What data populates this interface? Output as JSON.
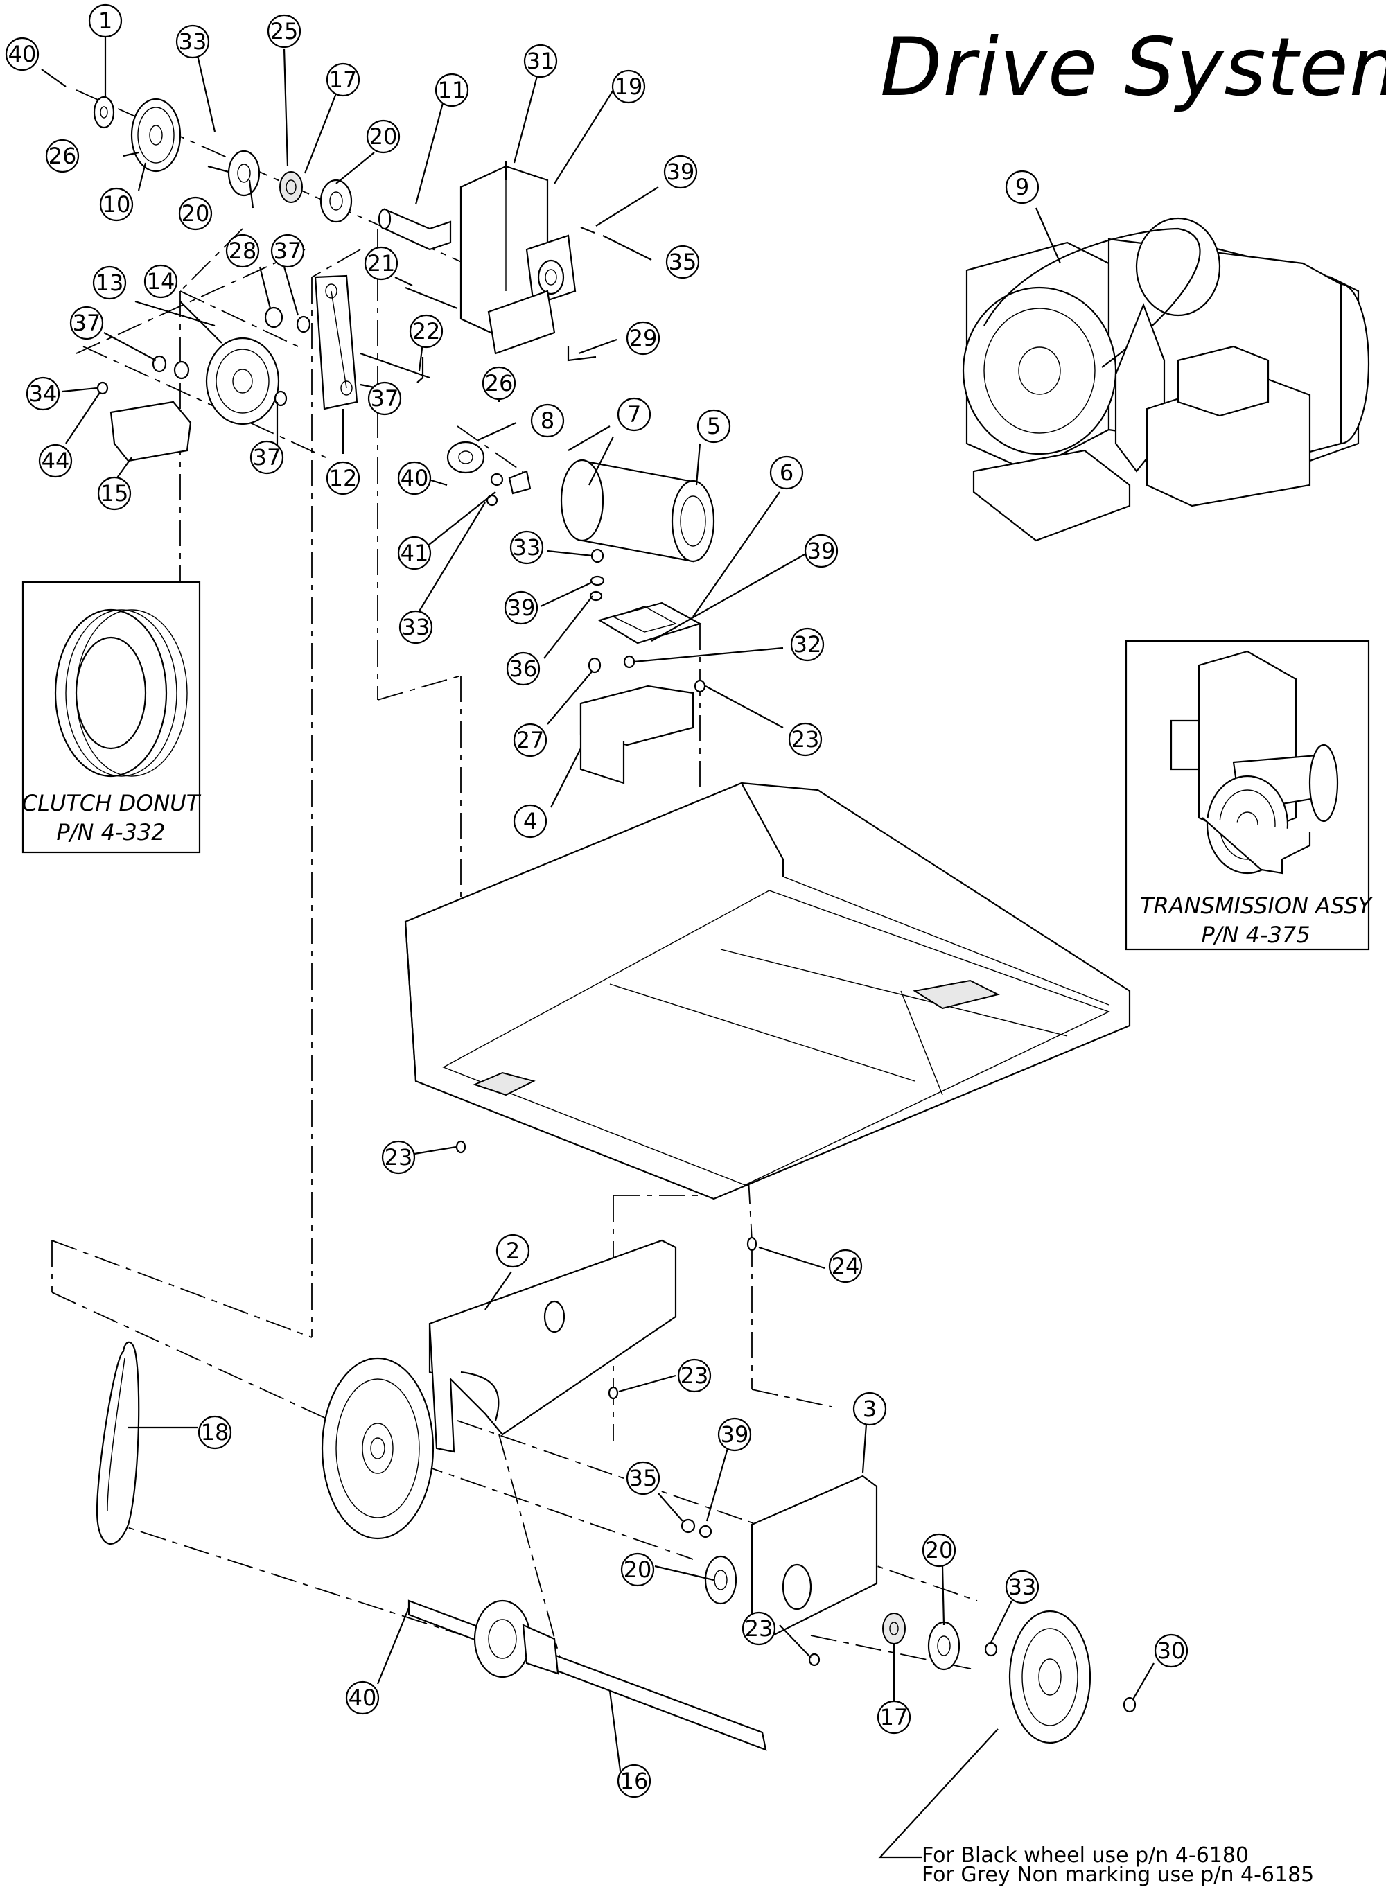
{
  "title": "Drive System",
  "callouts": {
    "c1": "1",
    "c40a": "40",
    "c33a": "33",
    "c25": "25",
    "c17a": "17",
    "c11": "11",
    "c31": "31",
    "c19": "19",
    "c20a": "20",
    "c26a": "26",
    "c10": "10",
    "c20b": "20",
    "c39a": "39",
    "c35a": "35",
    "c28": "28",
    "c37a": "37",
    "c21": "21",
    "c13": "13",
    "c14": "14",
    "c37b": "37",
    "c22": "22",
    "c29": "29",
    "c34": "34",
    "c44": "44",
    "c37c": "37",
    "c37d": "37",
    "c15": "15",
    "c12": "12",
    "c26b": "26",
    "c8": "8",
    "c7": "7",
    "c5": "5",
    "c40b": "40",
    "c41": "41",
    "c6": "6",
    "c33b": "33",
    "c33c": "33",
    "c39b": "39",
    "c39c": "39",
    "c36": "36",
    "c32": "32",
    "c27": "27",
    "c23a": "23",
    "c4": "4",
    "c9": "9",
    "c23b": "23",
    "c2": "2",
    "c24": "24",
    "c23c": "23",
    "c18": "18",
    "c3": "3",
    "c39d": "39",
    "c35b": "35",
    "c20c": "20",
    "c20d": "20",
    "c33d": "33",
    "c30": "30",
    "c40c": "40",
    "c23d": "23",
    "c17b": "17",
    "c16": "16"
  },
  "insets": {
    "clutch": {
      "line1": "CLUTCH DONUT",
      "line2": "P/N 4-332"
    },
    "transmission": {
      "line1": "TRANSMISSION ASSY",
      "line2": "P/N 4-375"
    }
  },
  "notes": {
    "line1": "For Black wheel use p/n 4-6180",
    "line2": "For Grey Non marking use p/n 4-6185"
  }
}
